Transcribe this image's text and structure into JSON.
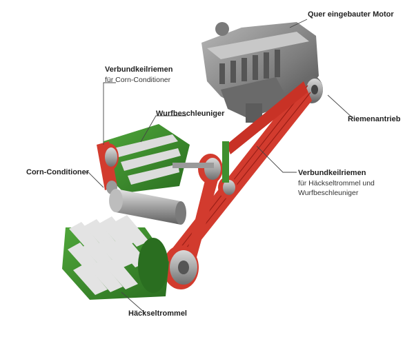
{
  "labels": {
    "motor": {
      "title": "Quer eingebauter Motor"
    },
    "verbund_top": {
      "title": "Verbundkeilriemen",
      "sub": "für Corn-Conditioner"
    },
    "wurf": {
      "title": "Wurfbeschleuniger"
    },
    "corn": {
      "title": "Corn-Conditioner"
    },
    "riemen": {
      "title": "Riemenantrieb"
    },
    "verbund_right": {
      "title": "Verbundkeilriemen",
      "sub1": "für Häckseltrommel und",
      "sub2": "Wurfbeschleuniger"
    },
    "haecksel": {
      "title": "Häckseltrommel"
    }
  },
  "colors": {
    "belt": "#d23b2e",
    "belt_dark": "#9c1f17",
    "green": "#3f8f2e",
    "green_dark": "#24621b",
    "metal": "#9a9a9a",
    "metal_dark": "#5a5a5a",
    "leader": "#444444"
  }
}
